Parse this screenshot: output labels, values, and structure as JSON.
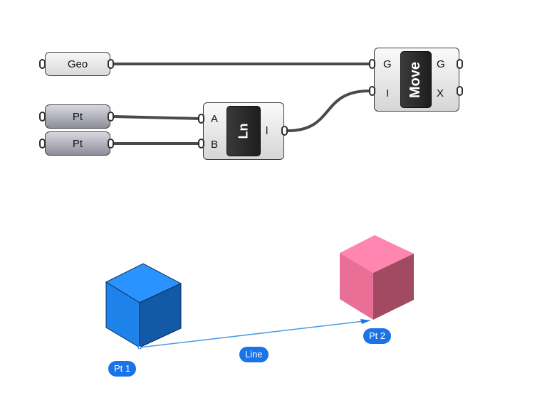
{
  "params": {
    "geo": "Geo",
    "pt_a": "Pt",
    "pt_b": "Pt"
  },
  "line_component": {
    "name": "Ln",
    "inputs": [
      "A",
      "B"
    ],
    "outputs": [
      "l"
    ]
  },
  "move_component": {
    "name": "Move",
    "inputs": [
      "G",
      "I"
    ],
    "outputs": [
      "G",
      "X"
    ]
  },
  "viewport": {
    "pt1_label": "Pt 1",
    "pt2_label": "Pt 2",
    "line_label": "Line"
  },
  "colors": {
    "wire": "#4a4a4a",
    "blue_box_top": "#2b93ff",
    "blue_box_left": "#1d82ea",
    "blue_box_right": "#125aa8",
    "pink_box_top": "#ff86b0",
    "pink_box_left": "#ea6f97",
    "pink_box_right": "#a34a63",
    "badge": "#1a73e8",
    "line": "#4a9be0"
  }
}
